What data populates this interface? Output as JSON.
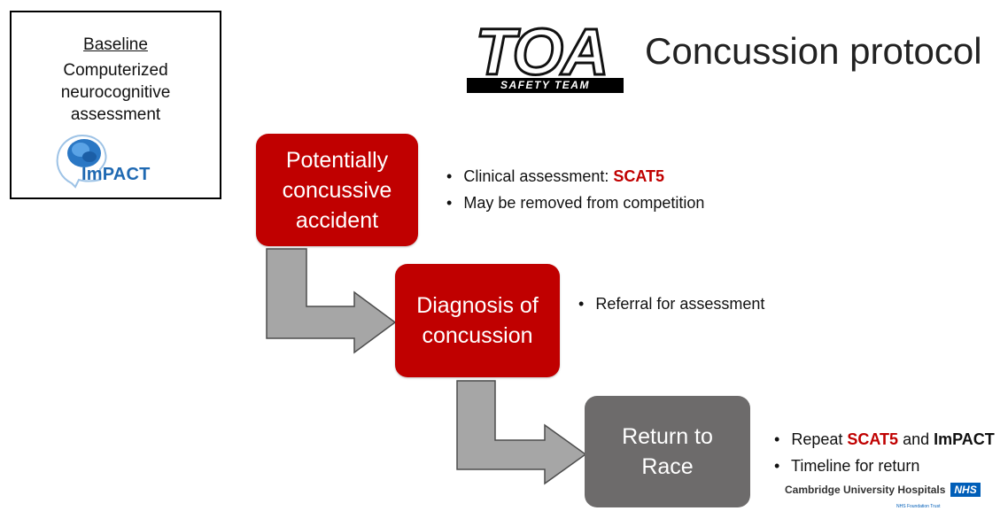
{
  "baseline": {
    "title": "Baseline",
    "line1": "Computerized",
    "line2": "neurocognitive",
    "line3": "assessment",
    "logo_text": "ImPACT"
  },
  "header": {
    "logo_text": "TOA",
    "logo_subtitle": "SAFETY TEAM",
    "title": "Concussion protocol"
  },
  "steps": [
    {
      "lines": [
        "Potentially",
        "concussive",
        "accident"
      ],
      "color": "#c00000",
      "bullets": [
        {
          "text": "Clinical assessment: ",
          "highlight": "SCAT5"
        },
        {
          "text": "May be removed from competition"
        }
      ]
    },
    {
      "lines": [
        "Diagnosis of",
        "concussion"
      ],
      "color": "#c00000",
      "bullets": [
        {
          "text": "Referral for assessment"
        }
      ]
    },
    {
      "lines": [
        "Return to",
        "Race"
      ],
      "color": "#6d6b6b",
      "bullets": [
        {
          "prefix": "Repeat ",
          "highlight": "SCAT5",
          "middle": " and ",
          "bold": "ImPACT"
        },
        {
          "text": "Timeline for return"
        }
      ]
    }
  ],
  "footer": {
    "hospital": "Cambridge University Hospitals",
    "badge": "NHS",
    "trust": "NHS Foundation Trust"
  },
  "colors": {
    "accent_red": "#c00000",
    "gray_box": "#6d6b6b",
    "arrow_gray": "#a6a6a6",
    "nhs_blue": "#005eb8"
  }
}
